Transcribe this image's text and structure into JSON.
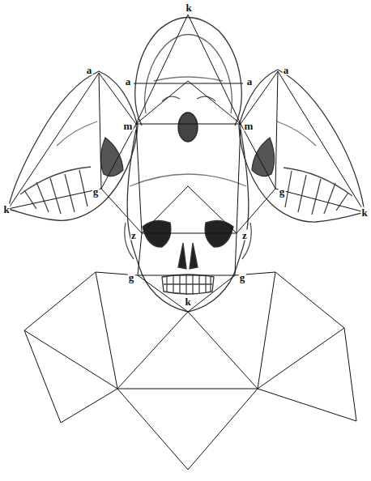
{
  "diagram": {
    "labels": [
      "k",
      "a",
      "a",
      "m",
      "m",
      "a",
      "a",
      "k",
      "k",
      "g",
      "g",
      "z",
      "z",
      "g",
      "g",
      "k"
    ]
  }
}
